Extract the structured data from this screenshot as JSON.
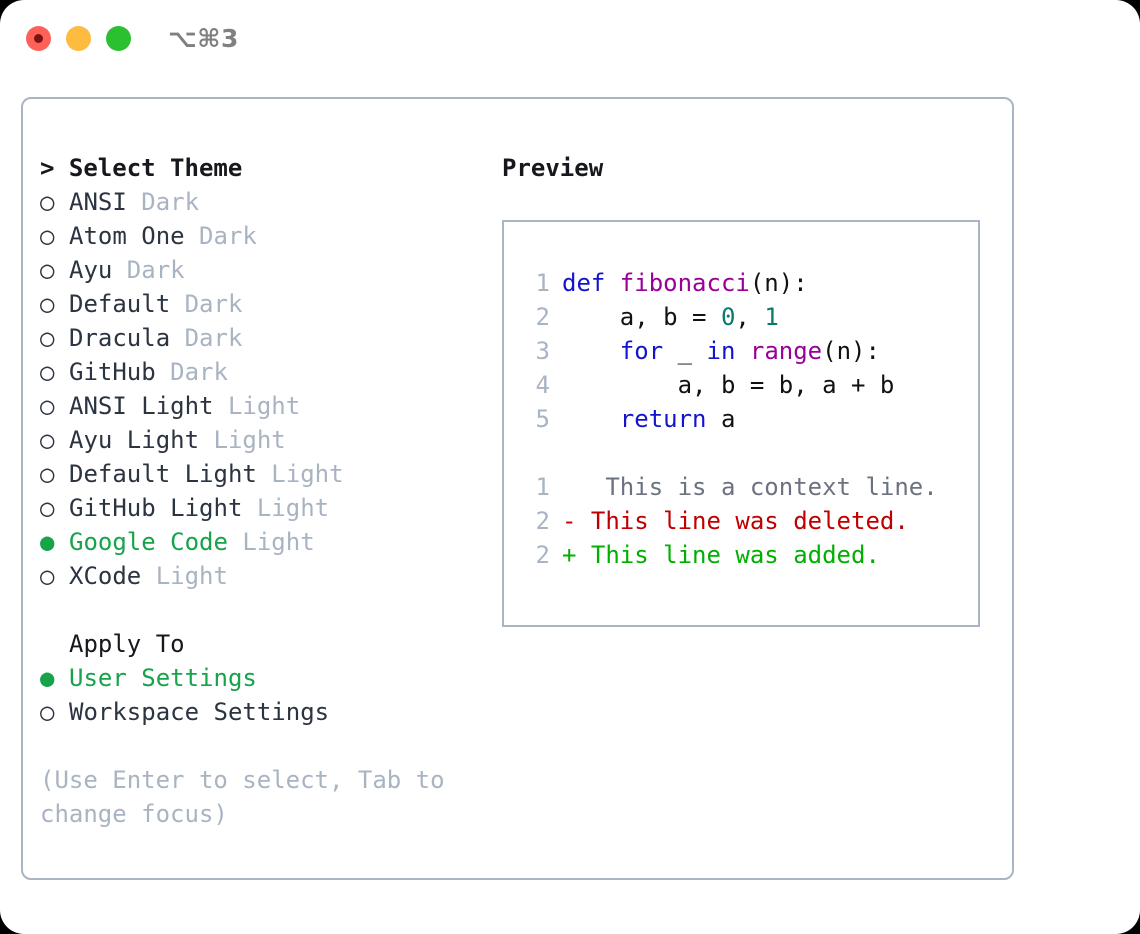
{
  "titlebar": {
    "shortcut": "⌥⌘3",
    "buttons": {
      "close": "close",
      "minimize": "minimize",
      "maximize": "maximize"
    }
  },
  "colors": {
    "accent_green": "#16a34a",
    "border": "#aab4c4",
    "muted": "#a9b4c2",
    "text": "#2b3440",
    "keyword": "#1414cf",
    "function": "#990099",
    "number": "#0a7a6e",
    "diff_context": "#6b7280",
    "diff_deleted": "#c00000",
    "diff_added": "#00b000"
  },
  "theme_list": {
    "header": "> Select Theme",
    "items": [
      {
        "marker": "○",
        "name": "ANSI",
        "tag": "Dark",
        "selected": false
      },
      {
        "marker": "○",
        "name": "Atom One",
        "tag": "Dark",
        "selected": false
      },
      {
        "marker": "○",
        "name": "Ayu",
        "tag": "Dark",
        "selected": false
      },
      {
        "marker": "○",
        "name": "Default",
        "tag": "Dark",
        "selected": false
      },
      {
        "marker": "○",
        "name": "Dracula",
        "tag": "Dark",
        "selected": false
      },
      {
        "marker": "○",
        "name": "GitHub",
        "tag": "Dark",
        "selected": false
      },
      {
        "marker": "○",
        "name": "ANSI Light",
        "tag": "Light",
        "selected": false
      },
      {
        "marker": "○",
        "name": "Ayu Light",
        "tag": "Light",
        "selected": false
      },
      {
        "marker": "○",
        "name": "Default Light",
        "tag": "Light",
        "selected": false
      },
      {
        "marker": "○",
        "name": "GitHub Light",
        "tag": "Light",
        "selected": false
      },
      {
        "marker": "●",
        "name": "Google Code",
        "tag": "Light",
        "selected": true
      },
      {
        "marker": "○",
        "name": "XCode",
        "tag": "Light",
        "selected": false
      }
    ]
  },
  "apply_to": {
    "header": "Apply To",
    "items": [
      {
        "marker": "●",
        "label": "User Settings",
        "selected": true
      },
      {
        "marker": "○",
        "label": "Workspace Settings",
        "selected": false
      }
    ]
  },
  "hint": "(Use Enter to select, Tab to change focus)",
  "preview": {
    "title": "Preview",
    "code_lines": [
      {
        "no": "1",
        "tokens": [
          {
            "t": "def ",
            "c": "kw"
          },
          {
            "t": "fibonacci",
            "c": "fn"
          },
          {
            "t": "(n):",
            "c": "pl"
          }
        ]
      },
      {
        "no": "2",
        "tokens": [
          {
            "t": "    a, b = ",
            "c": "pl"
          },
          {
            "t": "0",
            "c": "num"
          },
          {
            "t": ", ",
            "c": "pl"
          },
          {
            "t": "1",
            "c": "num"
          }
        ]
      },
      {
        "no": "3",
        "tokens": [
          {
            "t": "    ",
            "c": "pl"
          },
          {
            "t": "for",
            "c": "kw"
          },
          {
            "t": " _ ",
            "c": "pl"
          },
          {
            "t": "in",
            "c": "kw"
          },
          {
            "t": " ",
            "c": "pl"
          },
          {
            "t": "range",
            "c": "fn"
          },
          {
            "t": "(n):",
            "c": "pl"
          }
        ]
      },
      {
        "no": "4",
        "tokens": [
          {
            "t": "        a, b = b, a + b",
            "c": "pl"
          }
        ]
      },
      {
        "no": "5",
        "tokens": [
          {
            "t": "    ",
            "c": "pl"
          },
          {
            "t": "return",
            "c": "kw"
          },
          {
            "t": " a",
            "c": "pl"
          }
        ]
      }
    ],
    "diff_lines": [
      {
        "no": "1",
        "sign": " ",
        "text": "  This is a context line.",
        "kind": "ctx"
      },
      {
        "no": "2",
        "sign": "-",
        "text": " This line was deleted.",
        "kind": "del"
      },
      {
        "no": "2",
        "sign": "+",
        "text": " This line was added.",
        "kind": "add"
      }
    ]
  }
}
